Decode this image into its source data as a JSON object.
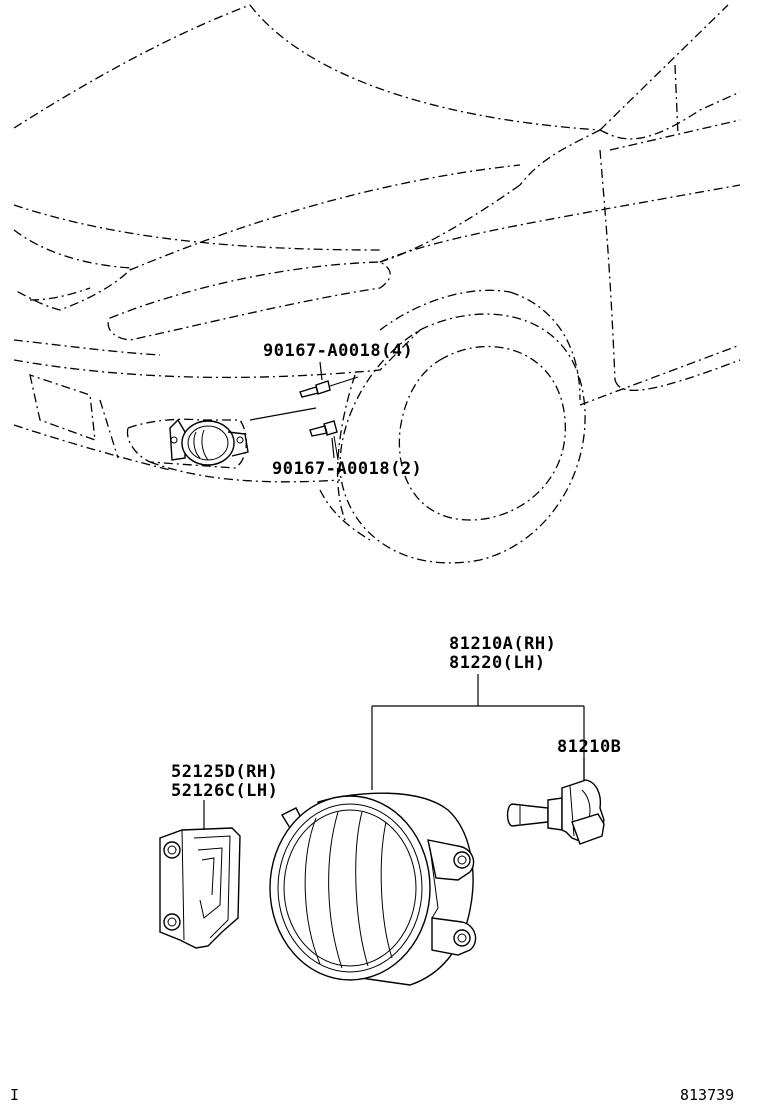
{
  "labels": {
    "bolt_upper": "90167-A0018(4)",
    "bolt_lower": "90167-A0018(2)",
    "lamp_rh": "81210A(RH)",
    "lamp_lh": "81220(LH)",
    "bulb": "81210B",
    "bracket_rh": "52125D(RH)",
    "bracket_lh": "52126C(LH)"
  },
  "footer": {
    "left_mark": "I",
    "diagram_number": "813739"
  }
}
